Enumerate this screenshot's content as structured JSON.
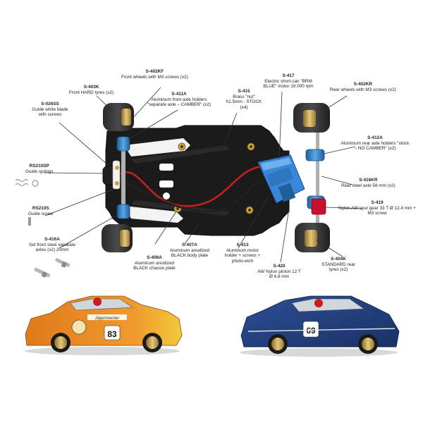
{
  "labels": {
    "s402kf": {
      "code": "S-402KF",
      "text": "Front wheels with M3 screws (x2)"
    },
    "s403k": {
      "code": "S-403K",
      "text": "Front HARD tyres (x2)"
    },
    "s411a": {
      "code": "S-411A",
      "text": "Aluminum front axle holders \"separate axle – CAMBER\" (x2)"
    },
    "s026ss": {
      "code": "S-026SS",
      "text": "Guide white blade with screws"
    },
    "s415": {
      "code": "S-415",
      "text": "Brass \"nut\" h1.5mm - STOCK (x4)"
    },
    "s417": {
      "code": "S-417",
      "text": "Electric short-can \"BRM BLUE\" motor 19.000 rpm"
    },
    "s402kr": {
      "code": "S-402KR",
      "text": "Rear wheels with M3 screws (x2)"
    },
    "rs210sp": {
      "code": "RS210SP",
      "text": "Guide springs"
    },
    "s412a": {
      "code": "S-412A",
      "text": "Aluminum rear axle holders \"stock – NO CAMBER\" (x2)"
    },
    "s416kr": {
      "code": "S-416KR",
      "text": "Rear steel axle 58 mm (x2)"
    },
    "rs210s": {
      "code": "RS210S",
      "text": "Guide screw"
    },
    "s419": {
      "code": "S-419",
      "text": "Nylon AW spur gear 33 T Ø 12.4 mm + M3 screw"
    },
    "s416a": {
      "code": "S-416A",
      "text": "Set front steel separate axles (x2) 20mm"
    },
    "s413": {
      "code": "S-413",
      "text": "Aluminum motor holder + screws + photo-etch"
    },
    "s408a": {
      "code": "S-408A",
      "text": "Aluminum anodized BLACK chassis plate"
    },
    "s407a": {
      "code": "S-407A",
      "text": "Aluminum anodized BLACK body plate"
    },
    "s420": {
      "code": "S-420",
      "text": "AW Nylon pinion 12 T Ø 6.8 mm"
    },
    "s404k": {
      "code": "S-404K",
      "text": "STANDARD rear tyres (x2)"
    }
  },
  "cars": {
    "orange": {
      "number": "83",
      "banner": "Jägermeister",
      "color": "#e8882a"
    },
    "blue": {
      "number": "69",
      "color": "#233f7a"
    }
  },
  "colors": {
    "chassis": "#1a1a1a",
    "anodized_blue": "#2f7fc4",
    "motor_blue": "#3a86d8",
    "spur_red": "#c8102e",
    "wire_red": "#c81e1e",
    "brass": "#c9a14a"
  }
}
